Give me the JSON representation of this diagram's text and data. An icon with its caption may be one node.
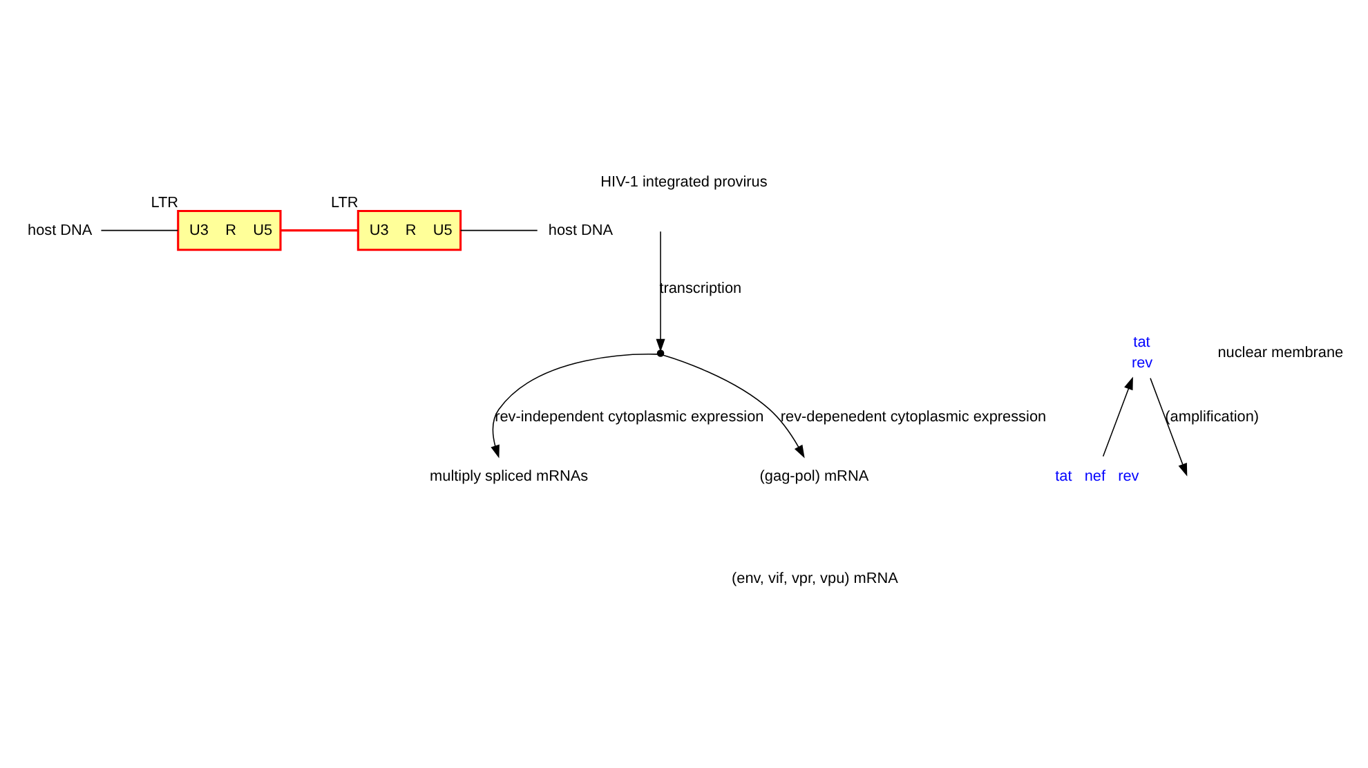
{
  "diagram": {
    "title": "HIV-1 integrated provirus",
    "nodes": [
      {
        "text": [
          "host DNA"
        ]
      },
      {
        "text": [
          "U3    R    U5"
        ],
        "beside": [
          "LTR"
        ]
      },
      {
        "text": [
          "U3    R    U5"
        ],
        "beside": [
          "LTR"
        ]
      },
      {
        "text": [
          "host DNA"
        ]
      },
      {
        "text": [],
        "shape": "point"
      },
      {
        "text": [
          "tat",
          "rev"
        ]
      },
      {
        "text": [
          "multiply spliced mRNAs"
        ]
      },
      {
        "text": [
          "(gag-pol) mRNA"
        ]
      },
      {
        "text": [
          "(env, vif, vpr, vpu) mRNA"
        ]
      },
      {
        "text": [
          "tat   nef   rev"
        ]
      }
    ],
    "edges": [
      {
        "from": 0,
        "to": 1,
        "arrow": "none"
      },
      {
        "from": 1,
        "to": 2,
        "arrow": "none",
        "color": "#ff0000"
      },
      {
        "from": 2,
        "to": 3,
        "arrow": "none"
      },
      {
        "from": null,
        "to": 4,
        "arrow": "to",
        "label": "transcription"
      },
      {
        "from": 4,
        "to": 6,
        "arrow": "to",
        "label": "rev-independent cytoplasmic expression"
      },
      {
        "from": 4,
        "to": 7,
        "arrow": "to",
        "label": "rev-depenedent cytoplasmic expression"
      },
      {
        "from": 5,
        "to": null,
        "arrow": "to",
        "label": "(amplification)"
      },
      {
        "from": 9,
        "to": 5,
        "arrow": "to"
      }
    ],
    "labels": [
      "nuclear membrane"
    ]
  }
}
